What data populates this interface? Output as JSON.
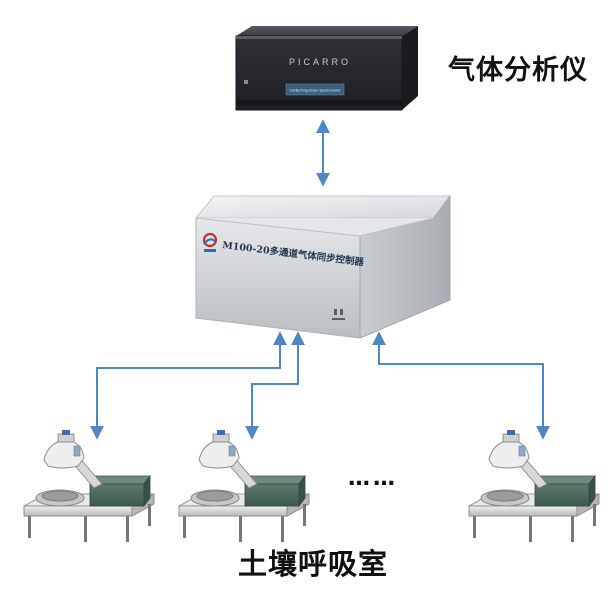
{
  "analyzer": {
    "label": "气体分析仪",
    "brand": "PICARRO",
    "panel_text": "Cavity Ring-Down Spectrometer"
  },
  "controller": {
    "label": "M100-20多通道气体同步控制器"
  },
  "chambers": {
    "label": "土壤呼吸室",
    "ellipsis": "……"
  },
  "colors": {
    "arrow": "#4f86c6",
    "analyzer_body": "#2b2d31",
    "controller_body": "#d9dcdf",
    "chamber_box": "#4f6a5e"
  }
}
